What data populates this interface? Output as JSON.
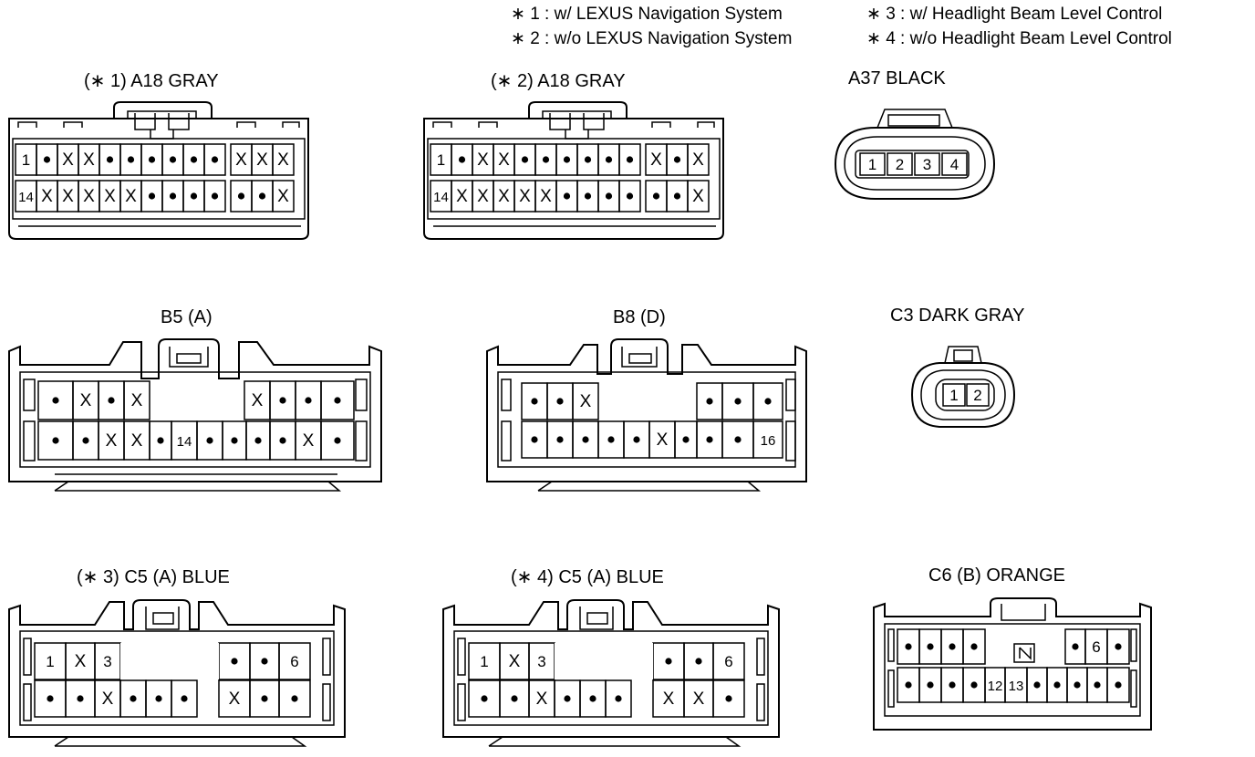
{
  "legend": [
    {
      "text": "∗ 1 : w/ LEXUS Navigation System"
    },
    {
      "text": "∗ 2 : w/o LEXUS Navigation System"
    },
    {
      "text": "∗ 3 : w/ Headlight Beam Level Control"
    },
    {
      "text": "∗ 4 : w/o Headlight Beam Level Control"
    }
  ],
  "connectors": [
    {
      "id": "a18-1",
      "title": "(∗ 1)  A18  GRAY",
      "rows": [
        [
          "1",
          "•",
          "X",
          "X",
          "•",
          "•",
          "•",
          "•",
          "•",
          "•",
          "X",
          "X",
          "X"
        ],
        [
          "14",
          "X",
          "X",
          "X",
          "X",
          "X",
          "•",
          "•",
          "•",
          "•",
          "•",
          "•",
          "X"
        ]
      ]
    },
    {
      "id": "a18-2",
      "title": "(∗ 2)  A18  GRAY",
      "rows": [
        [
          "1",
          "•",
          "X",
          "X",
          "•",
          "•",
          "•",
          "•",
          "•",
          "•",
          "X",
          "•",
          "X"
        ],
        [
          "14",
          "X",
          "X",
          "X",
          "X",
          "X",
          "•",
          "•",
          "•",
          "•",
          "•",
          "•",
          "X"
        ]
      ]
    },
    {
      "id": "a37",
      "title": "A37  BLACK",
      "pins": [
        "1",
        "2",
        "3",
        "4"
      ]
    },
    {
      "id": "b5",
      "title": "B5 (A)",
      "rows": [
        [
          "•",
          "X",
          "•",
          "X",
          "",
          "",
          "",
          "",
          "",
          "X",
          "•",
          "•",
          "•"
        ],
        [
          "•",
          "•",
          "X",
          "X",
          "•",
          "14",
          "•",
          "•",
          "•",
          "•",
          "X",
          "•",
          ""
        ]
      ]
    },
    {
      "id": "b8",
      "title": "B8 (D)",
      "rows": [
        [
          "•",
          "•",
          "X",
          "",
          "",
          "",
          "",
          "",
          "•",
          "•",
          "•"
        ],
        [
          "•",
          "•",
          "•",
          "•",
          "•",
          "X",
          "•",
          "•",
          "•",
          "16",
          ""
        ]
      ]
    },
    {
      "id": "c3",
      "title": "C3  DARK GRAY",
      "pins": [
        "1",
        "2"
      ]
    },
    {
      "id": "c5-3",
      "title": "(∗ 3)  C5 (A)  BLUE",
      "rows": [
        [
          "1",
          "X",
          "3",
          "",
          "",
          "",
          "",
          "•",
          "•",
          "6"
        ],
        [
          "•",
          "•",
          "X",
          "•",
          "•",
          "•",
          "X",
          "•",
          "•",
          ""
        ]
      ]
    },
    {
      "id": "c5-4",
      "title": "(∗ 4)  C5 (A)  BLUE",
      "rows": [
        [
          "1",
          "X",
          "3",
          "",
          "",
          "",
          "",
          "•",
          "•",
          "6"
        ],
        [
          "•",
          "•",
          "X",
          "•",
          "•",
          "•",
          "X",
          "X",
          "•",
          ""
        ]
      ]
    },
    {
      "id": "c6",
      "title": "C6 (B)  ORANGE",
      "rows": [
        [
          "•",
          "•",
          "•",
          "•",
          "",
          "",
          "",
          "",
          "•",
          "6",
          "•"
        ],
        [
          "•",
          "•",
          "•",
          "•",
          "12",
          "13",
          "•",
          "•",
          "•",
          "•",
          "•"
        ]
      ]
    }
  ]
}
